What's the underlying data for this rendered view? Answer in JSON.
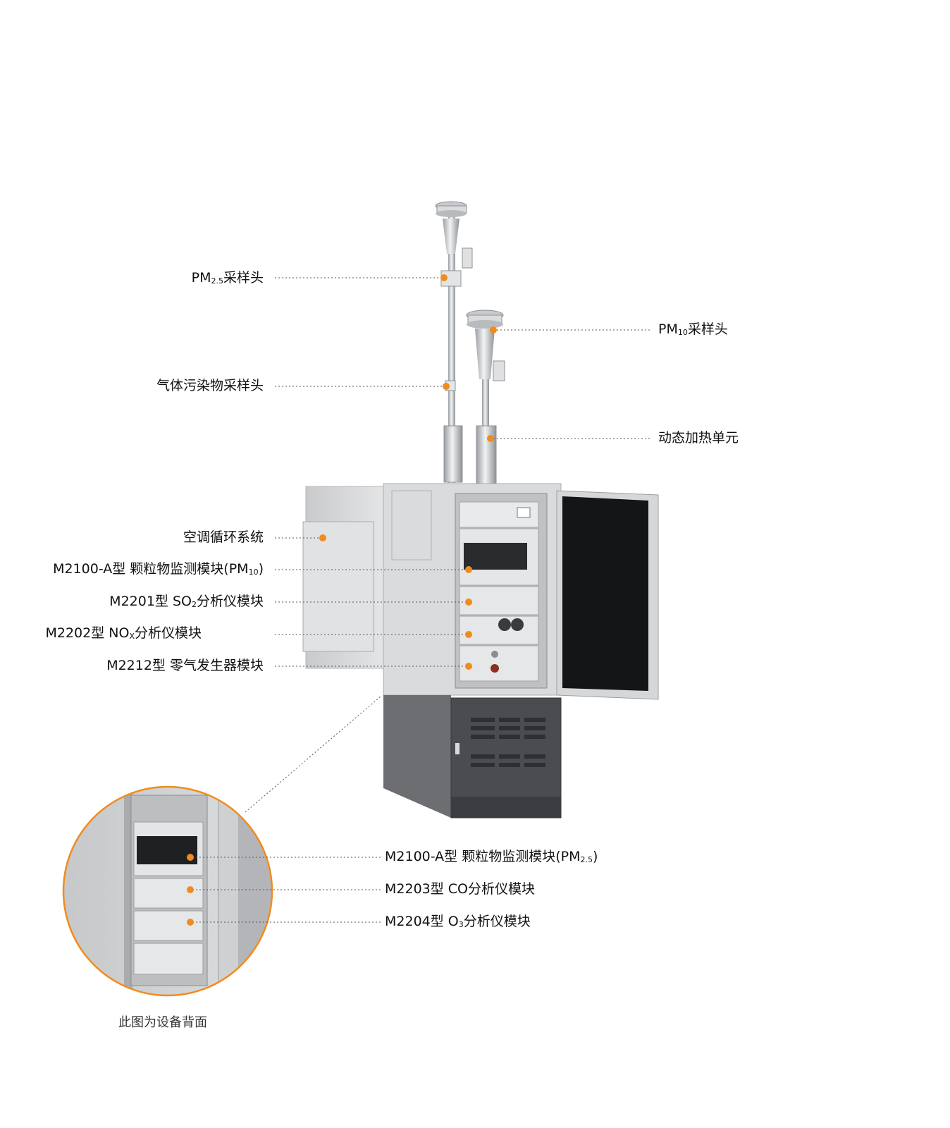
{
  "colors": {
    "accent": "#f08c1e",
    "cabinet_light": "#d7d8da",
    "cabinet_dark": "#4d4f53",
    "leader_line": "#555555"
  },
  "labels_left": [
    {
      "id": "pm25-head",
      "pre": "PM",
      "sub": "2.5",
      "post": "采样头"
    },
    {
      "id": "gas-head",
      "pre": "气体污染物采样头",
      "sub": "",
      "post": ""
    },
    {
      "id": "ac-system",
      "pre": "空调循环系统",
      "sub": "",
      "post": ""
    },
    {
      "id": "m2100-pm10",
      "pre": "M2100-A型 颗粒物监测模块(PM",
      "sub": "10",
      "post": ")"
    },
    {
      "id": "m2201",
      "pre": "M2201型 SO",
      "sub": "2",
      "post": "分析仪模块"
    },
    {
      "id": "m2202",
      "pre": "M2202型 NO",
      "sub": "X",
      "post": "分析仪模块"
    },
    {
      "id": "m2212",
      "pre": "M2212型 零气发生器模块",
      "sub": "",
      "post": ""
    }
  ],
  "labels_right": [
    {
      "id": "pm10-head",
      "pre": "PM",
      "sub": "10",
      "post": "采样头"
    },
    {
      "id": "heating-unit",
      "pre": "动态加热单元",
      "sub": "",
      "post": ""
    }
  ],
  "labels_inset": [
    {
      "id": "m2100-pm25",
      "pre": "M2100-A型 颗粒物监测模块(PM",
      "sub": "2.5",
      "post": ")"
    },
    {
      "id": "m2203",
      "pre": "M2203型 CO分析仪模块",
      "sub": "",
      "post": ""
    },
    {
      "id": "m2204",
      "pre": "M2204型 O",
      "sub": "3",
      "post": "分析仪模块"
    }
  ],
  "caption": "此图为设备背面"
}
